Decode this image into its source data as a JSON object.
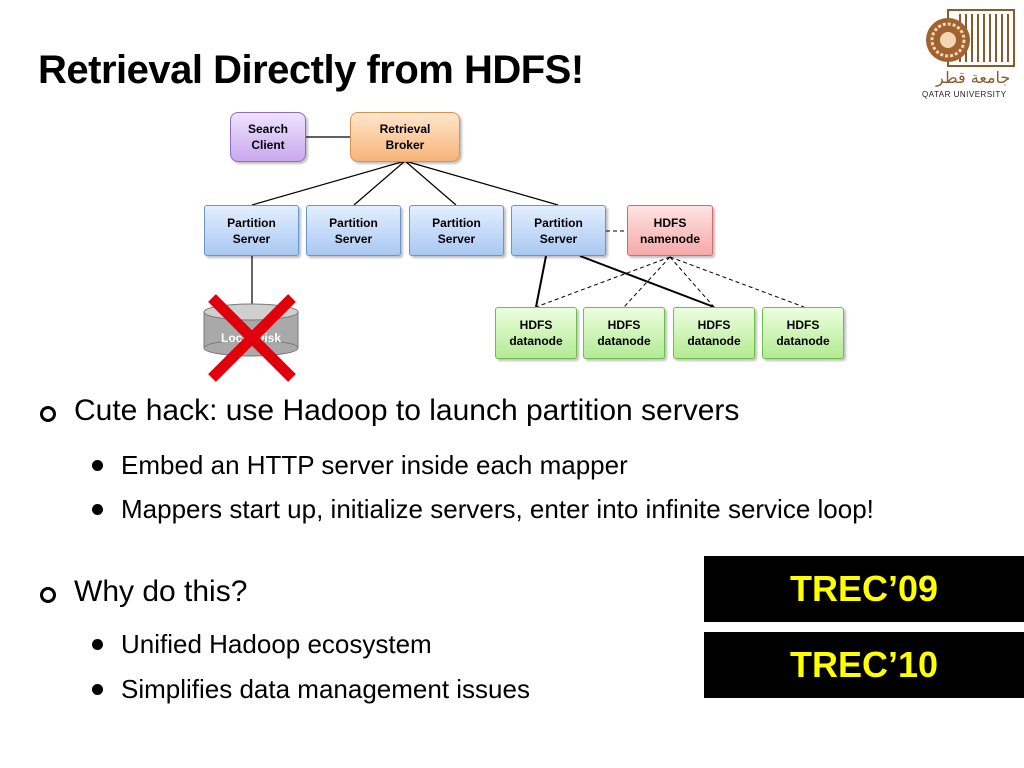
{
  "slide": {
    "title": "Retrieval Directly from HDFS!",
    "logo": {
      "arabic": "جامعة قطر",
      "english": "QATAR UNIVERSITY"
    }
  },
  "diagram": {
    "search_client": "Search\nClient",
    "retrieval_broker": "Retrieval\nBroker",
    "partition_servers": [
      "Partition\nServer",
      "Partition\nServer",
      "Partition\nServer",
      "Partition\nServer"
    ],
    "namenode": "HDFS\nnamenode",
    "datanodes": [
      "HDFS\ndatanode",
      "HDFS\ndatanode",
      "HDFS\ndatanode",
      "HDFS\ndatanode"
    ],
    "local_disk": "Local Disk"
  },
  "bullets": [
    {
      "text": "Cute hack: use Hadoop to launch partition servers",
      "children": [
        "Embed an HTTP server inside each mapper",
        "Mappers start up, initialize servers, enter into infinite service loop!"
      ]
    },
    {
      "text": "Why do this?",
      "children": [
        "Unified Hadoop ecosystem",
        "Simplifies data management issues"
      ]
    }
  ],
  "callouts": [
    "TREC’09",
    "TREC’10"
  ],
  "colors": {
    "callout_bg": "#000000",
    "callout_text": "#ffff00",
    "cross": "#e0000b"
  }
}
